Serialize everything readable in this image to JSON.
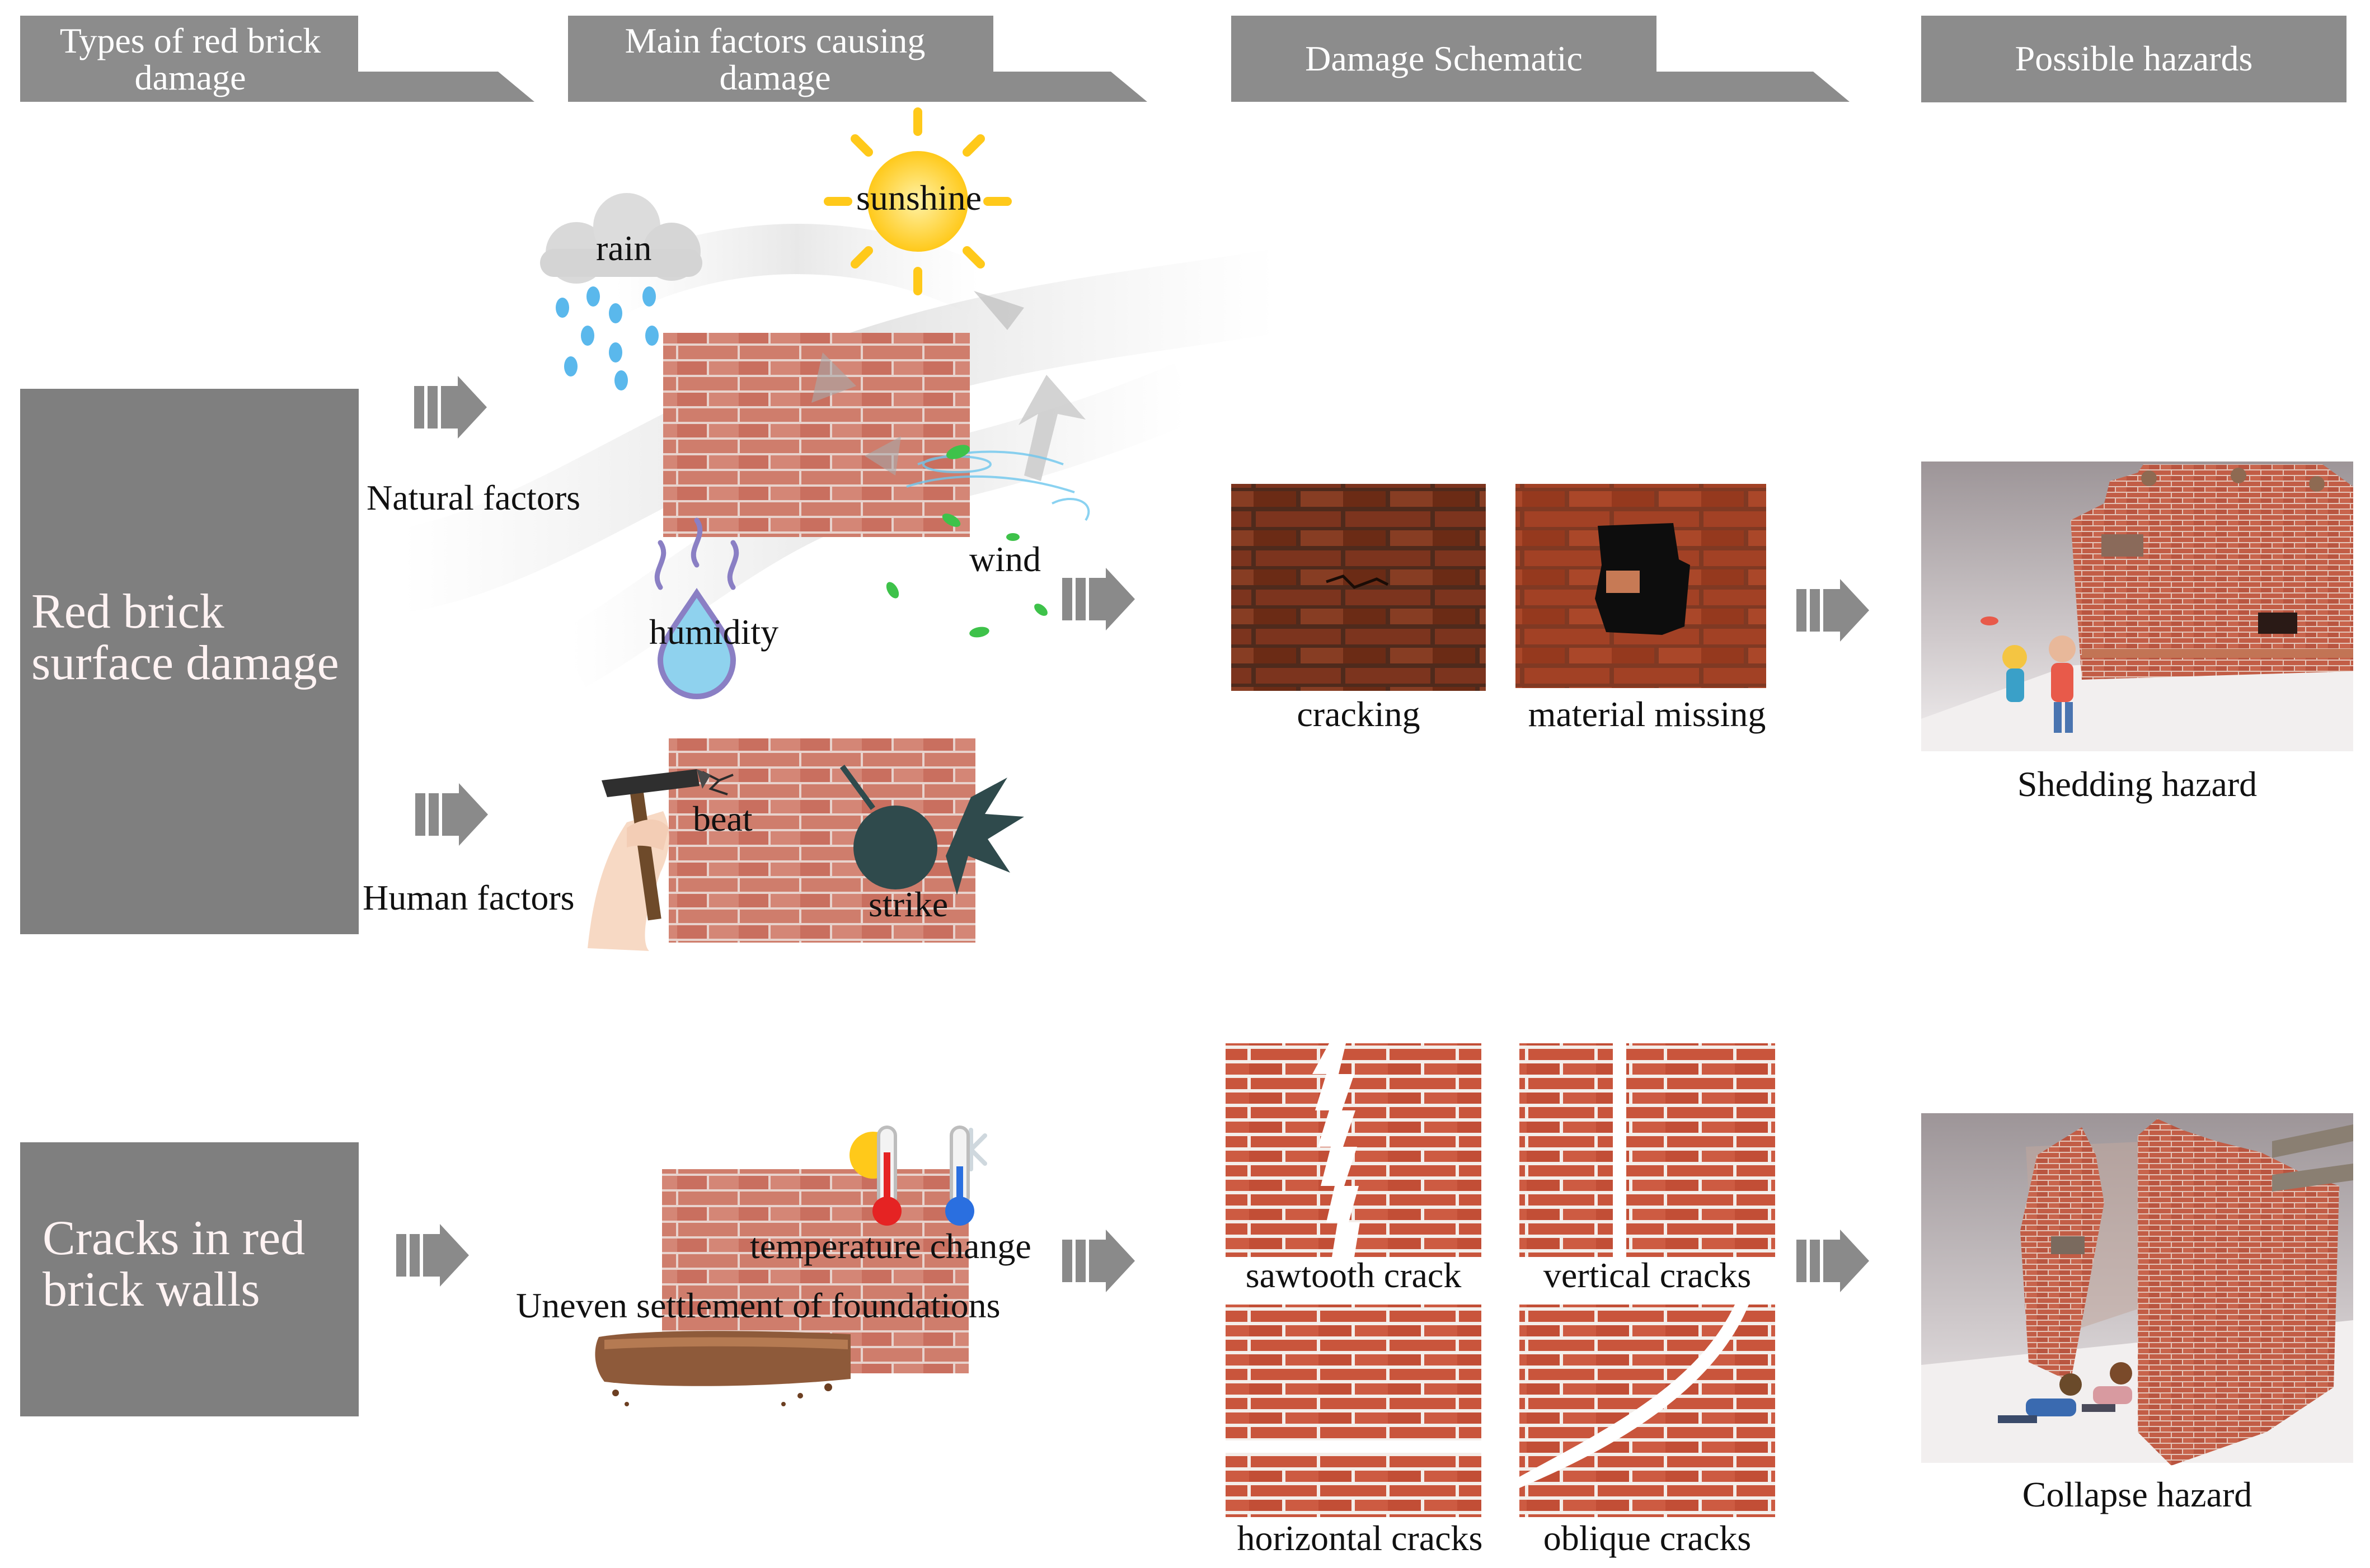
{
  "headers": {
    "types": "Types of red brick damage",
    "factors": "Main factors causing damage",
    "schematic": "Damage Schematic",
    "hazards": "Possible hazards"
  },
  "categories": {
    "surface": "Red brick surface damage",
    "cracks": "Cracks in red brick walls"
  },
  "factors": {
    "natural": "Natural factors",
    "human": "Human factors",
    "rain": "rain",
    "sunshine": "sunshine",
    "wind": "wind",
    "humidity": "humidity",
    "beat": "beat",
    "strike": "strike",
    "temperature": "temperature change",
    "settlement": "Uneven settlement of foundations"
  },
  "schematic": {
    "cracking": "cracking",
    "missing": "material missing",
    "sawtooth": "sawtooth crack",
    "vertical": "vertical cracks",
    "horizontal": "horizontal cracks",
    "oblique": "oblique cracks"
  },
  "hazards": {
    "shedding": "Shedding hazard",
    "collapse": "Collapse hazard"
  },
  "colors": {
    "header_gray": "#8c8c8c",
    "category_gray": "#7f7f7f",
    "arrow_gray": "#8a8a8a",
    "brick_red": "#c9553c",
    "mortar": "#f2ece8"
  }
}
